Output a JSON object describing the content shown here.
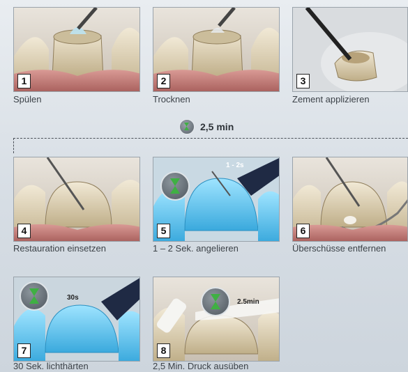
{
  "timer": {
    "label": "2,5 min",
    "icon": "hourglass-icon"
  },
  "steps": [
    {
      "number": "1",
      "caption": "Spülen"
    },
    {
      "number": "2",
      "caption": "Trocknen"
    },
    {
      "number": "3",
      "caption": "Zement applizieren"
    },
    {
      "number": "4",
      "caption": "Restauration einsetzen"
    },
    {
      "number": "5",
      "caption": "1 – 2 Sek. angelieren",
      "overlay": "1 - 2s"
    },
    {
      "number": "6",
      "caption": "Überschüsse entfernen"
    },
    {
      "number": "7",
      "caption": "30 Sek. lichthärten",
      "overlay": "30s"
    },
    {
      "number": "8",
      "caption": "2,5 Min. Druck ausüben",
      "overlay": "2.5min"
    }
  ],
  "colors": {
    "gum": "#c98a86",
    "tooth": "#d8c9a8",
    "blue_tooth": "#5ac6f0",
    "hourglass_sand": "#3fb043"
  }
}
